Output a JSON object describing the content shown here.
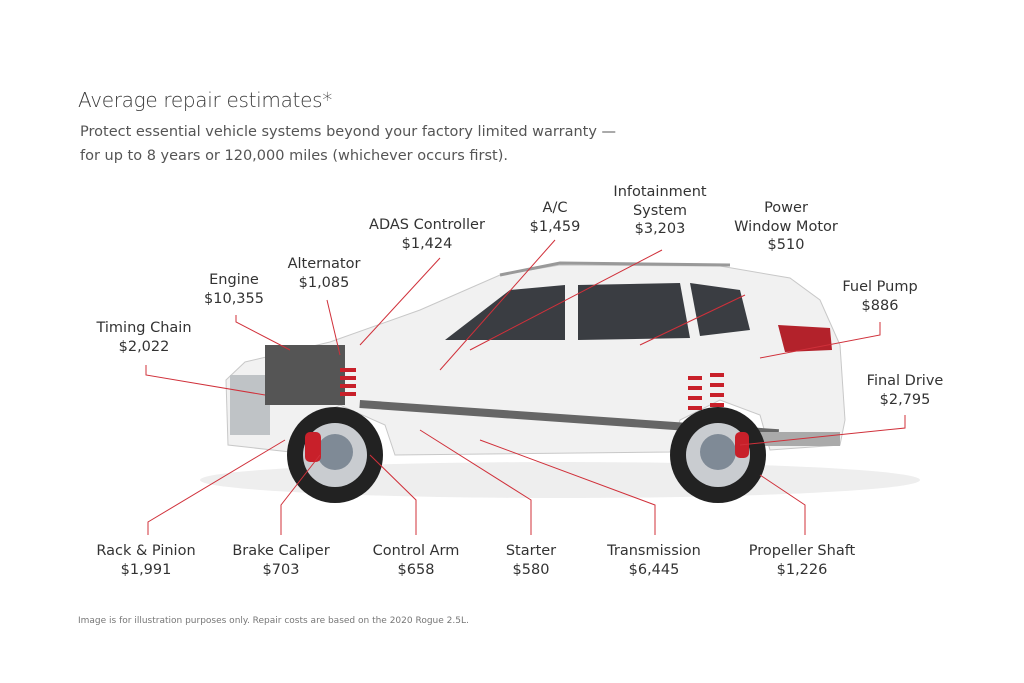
{
  "header": {
    "title": "Average repair estimates*",
    "subtitle_line1": "Protect essential vehicle systems beyond your factory limited warranty —",
    "subtitle_line2": "for up to 8 years or 120,000 miles (whichever occurs first)."
  },
  "footnote": "Image is for illustration purposes only. Repair costs are based on the 2020 Rogue 2.5L.",
  "colors": {
    "leader_line": "#d0303a",
    "text": "#333333"
  },
  "parts": [
    {
      "name": "Timing Chain",
      "cost": "$2,022"
    },
    {
      "name": "Engine",
      "cost": "$10,355"
    },
    {
      "name": "Alternator",
      "cost": "$1,085"
    },
    {
      "name": "ADAS Controller",
      "cost": "$1,424"
    },
    {
      "name": "A/C",
      "cost": "$1,459"
    },
    {
      "name": "Infotainment System",
      "cost": "$3,203",
      "line1": "Infotainment",
      "line2": "System"
    },
    {
      "name": "Power Window Motor",
      "cost": "$510",
      "line1": "Power",
      "line2": "Window Motor"
    },
    {
      "name": "Fuel Pump",
      "cost": "$886"
    },
    {
      "name": "Final Drive",
      "cost": "$2,795"
    },
    {
      "name": "Rack & Pinion",
      "cost": "$1,991"
    },
    {
      "name": "Brake Caliper",
      "cost": "$703"
    },
    {
      "name": "Control Arm",
      "cost": "$658"
    },
    {
      "name": "Starter",
      "cost": "$580"
    },
    {
      "name": "Transmission",
      "cost": "$6,445"
    },
    {
      "name": "Propeller Shaft",
      "cost": "$1,226"
    }
  ]
}
